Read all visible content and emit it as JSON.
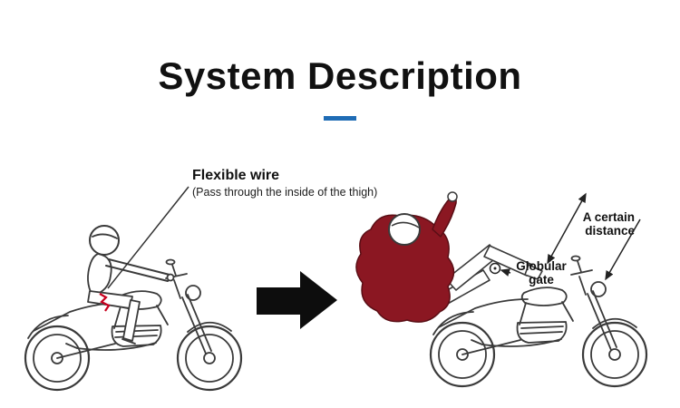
{
  "title": "System Description",
  "accent_color": "#1f6cb5",
  "annotations": {
    "flexible_wire": {
      "title": "Flexible wire",
      "subtitle": "(Pass through the inside of the thigh)"
    },
    "certain_distance": {
      "line1": "A certain",
      "line2": "distance"
    },
    "globular_gate": {
      "line1": "Globular",
      "line2": "gate"
    }
  },
  "colors": {
    "line_art": "#3a3a3a",
    "wire": "#c8001e",
    "fallen_rider": "#8b1722",
    "arrow": "#0d0d0d",
    "text": "#111111"
  },
  "icons": {
    "transition_arrow": "right-arrow"
  }
}
